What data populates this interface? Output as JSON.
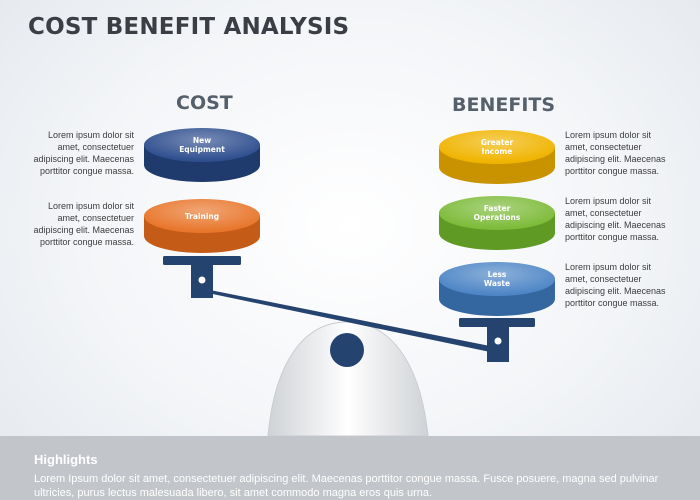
{
  "title": "COST BENEFIT ANALYSIS",
  "cost": {
    "heading": "COST",
    "items": [
      {
        "label_lines": [
          "New",
          "Equipment"
        ],
        "color": "#2f4f8f",
        "description": "Lorem ipsum dolor sit amet, consectetuer adipiscing elit. Maecenas porttitor congue massa."
      },
      {
        "label_lines": [
          "Training"
        ],
        "color": "#e8762b",
        "description": "Lorem ipsum dolor sit amet, consectetuer adipiscing elit. Maecenas porttitor congue massa."
      }
    ]
  },
  "benefits": {
    "heading": "BENEFITS",
    "items": [
      {
        "label_lines": [
          "Greater",
          "Income"
        ],
        "color": "#f0b400",
        "description": "Lorem ipsum dolor sit amet, consectetuer adipiscing elit. Maecenas porttitor congue massa."
      },
      {
        "label_lines": [
          "Faster",
          "Operations"
        ],
        "color": "#7dbb3a",
        "description": "Lorem ipsum dolor sit amet, consectetuer adipiscing elit. Maecenas porttitor congue massa."
      },
      {
        "label_lines": [
          "Less",
          "Waste"
        ],
        "color": "#4e86c6",
        "description": "Lorem ipsum dolor sit amet, consectetuer adipiscing elit. Maecenas porttitor congue massa."
      }
    ]
  },
  "highlights": {
    "title": "Highlights",
    "text": "Lorem Ipsum dolor sit amet, consectetuer adipiscing elit. Maecenas porttitor congue massa. Fusce posuere, magna sed pulvinar ultricies, purus lectus malesuada libero, sit amet commodo magna eros quis urna."
  }
}
